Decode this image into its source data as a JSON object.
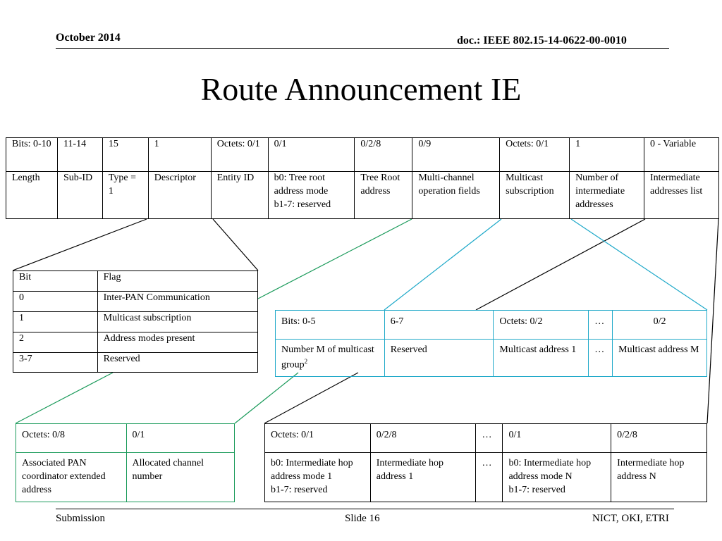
{
  "header": {
    "date": "October 2014",
    "doc": "doc.: IEEE 802.15-14-0622-00-0010"
  },
  "title": "Route Announcement IE",
  "main_table": {
    "row1": [
      "Bits: 0-10",
      "11-14",
      "15",
      "1",
      "Octets: 0/1",
      "0/1",
      "0/2/8",
      "0/9",
      "Octets: 0/1",
      "1",
      "0 - Variable"
    ],
    "row2": [
      "Length",
      "Sub-ID",
      "Type = 1",
      "Descriptor",
      "Entity ID",
      "b0: Tree root address mode",
      "b1-7: reserved",
      "Tree Root address",
      "Multi-channel operation fields",
      "Multicast subscription",
      "Number of intermediate addresses",
      "Intermediate addresses list"
    ]
  },
  "flag_table": {
    "header": [
      "Bit",
      "Flag"
    ],
    "rows": [
      [
        "0",
        "Inter-PAN Communication"
      ],
      [
        "1",
        "Multicast subscription"
      ],
      [
        "2",
        "Address modes present"
      ],
      [
        "3-7",
        "Reserved"
      ]
    ]
  },
  "multicast_table": {
    "row1": [
      "Bits: 0-5",
      "6-7",
      "Octets: 0/2",
      "…",
      "0/2"
    ],
    "row2": [
      "Number M of multicast group",
      "2",
      "Reserved",
      "Multicast address 1",
      "…",
      "Multicast address M"
    ]
  },
  "multichannel_table": {
    "row1": [
      "Octets: 0/8",
      "0/1"
    ],
    "row2": [
      "Associated PAN coordinator extended address",
      "Allocated channel number"
    ]
  },
  "intermediate_table": {
    "row1": [
      "Octets: 0/1",
      "0/2/8",
      "…",
      "0/1",
      "0/2/8"
    ],
    "row2": [
      "b0: Intermediate hop address mode 1",
      "b1-7: reserved",
      "Intermediate hop address 1",
      "…",
      "b0: Intermediate hop address mode N",
      "b1-7: reserved",
      "Intermediate hop address N"
    ]
  },
  "footer": {
    "left": "Submission",
    "center": "Slide 16",
    "right": "NICT, OKI, ETRI"
  },
  "colors": {
    "teal": "#1fa9c9",
    "green": "#1a9a5a",
    "text": "#000000"
  }
}
